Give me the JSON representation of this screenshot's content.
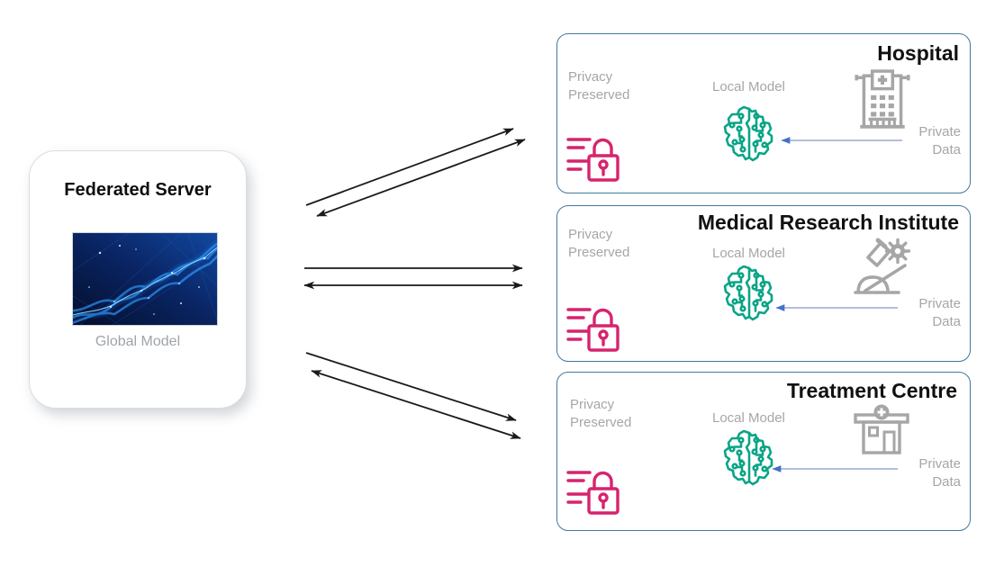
{
  "diagram": {
    "server": {
      "title": "Federated Server",
      "caption": "Global Model",
      "image": "blue-network-plexus-image"
    },
    "clients": [
      {
        "title": "Hospital",
        "privacy": "Privacy Preserved",
        "model_label": "Local Model",
        "data_label": "Private Data",
        "icon": "hospital-building-icon"
      },
      {
        "title": "Medical Research Institute",
        "privacy": "Privacy Preserved",
        "model_label": "Local Model",
        "data_label": "Private Data",
        "icon": "microscope-icon"
      },
      {
        "title": "Treatment Centre",
        "privacy": "Privacy Preserved",
        "model_label": "Local Model",
        "data_label": "Private Data",
        "icon": "clinic-building-icon"
      }
    ],
    "colors": {
      "lock_pink": "#d6246e",
      "brain_teal": "#0aa487",
      "box_border_blue": "#44789b",
      "data_arrow_blue": "#4472c4",
      "icon_gray": "#a6a6a6",
      "comm_arrow_black": "#1a1a1a"
    }
  }
}
